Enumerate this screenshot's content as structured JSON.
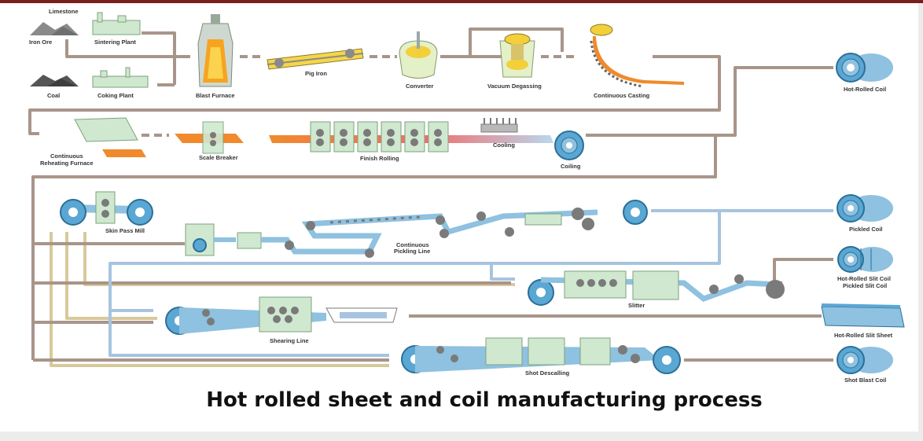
{
  "caption": "Hot rolled sheet and coil manufacturing process",
  "labels": {
    "limestone": "Limestone",
    "iron_ore": "Iron Ore",
    "sintering_plant": "Sintering Plant",
    "coal": "Coal",
    "coking_plant": "Coking Plant",
    "blast_furnace": "Blast Furnace",
    "pig_iron": "Pig Iron",
    "converter": "Converter",
    "vacuum_degassing": "Vacuum Degassing",
    "continuous_casting": "Continuous Casting",
    "hot_rolled_coil": "Hot-Rolled Coil",
    "reheating_furnace_1": "Continuous",
    "reheating_furnace_2": "Reheating Furnace",
    "scale_breaker": "Scale Breaker",
    "finish_rolling": "Finish Rolling",
    "cooling": "Cooling",
    "coiling": "Coiling",
    "skin_pass_mill": "Skin Pass Mill",
    "pickling_line_1": "Continuous",
    "pickling_line_2": "Pickling Line",
    "pickled_coil": "Pickled Coil",
    "slit_coil_1": "Hot-Rolled Slit Coil",
    "slit_coil_2": "Pickled Slit Coil",
    "slitter": "Slitter",
    "shearing_line": "Shearing Line",
    "slit_sheet": "Hot-Rolled Slit Sheet",
    "shot_descaling": "Shot Descalling",
    "shot_blast_coil": "Shot Blast Coil"
  },
  "colors": {
    "flow_line": "#a8958a",
    "pickled_flow": "#a6c4df",
    "skin_pass_flow": "#d8c99a",
    "machine_green": "#cfe8cf",
    "coil_blue": "#6cb3d8",
    "strip_blue": "#8fc1e0",
    "hot_orange": "#f08a2c",
    "caption_text": "#111111"
  }
}
